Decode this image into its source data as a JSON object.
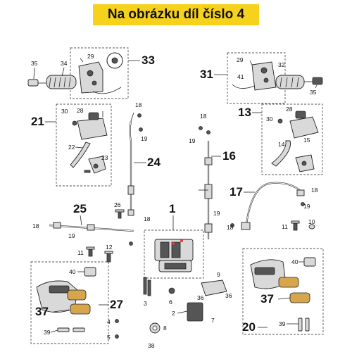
{
  "banner": {
    "text": "Na obrázku díl číslo 4",
    "color": "#f7d21c"
  },
  "callouts_large": {
    "n33": "33",
    "n31": "31",
    "n21": "21",
    "n13": "13",
    "n24": "24",
    "n16": "16",
    "n17": "17",
    "n25": "25",
    "n1": "1",
    "n27": "27",
    "n37a": "37",
    "n37b": "37",
    "n20": "20"
  },
  "callouts_small": {
    "n35a": "35",
    "n34": "34",
    "n29a": "29",
    "n29b": "29",
    "n32": "32",
    "n41": "41",
    "n35b": "35",
    "n30a": "30",
    "n28a": "28",
    "n22": "22",
    "n23": "23",
    "n18a": "18",
    "n19a": "19",
    "n18b": "18",
    "n19b": "19",
    "n30b": "30",
    "n28b": "28",
    "n14": "14",
    "n15": "15",
    "n26": "26",
    "n18c": "18",
    "n18d": "18",
    "n19c": "19",
    "n18e": "18",
    "n19d": "19",
    "n18f": "18",
    "n19e": "19",
    "n11a": "11",
    "n12": "12",
    "n11b": "11",
    "n10": "10",
    "n40a": "40",
    "n3": "3",
    "n6": "6",
    "n36a": "36",
    "n9": "9",
    "n36b": "36",
    "n7": "7",
    "n40b": "40",
    "n2": "2",
    "n4": "4",
    "n39a": "39",
    "n5": "5",
    "n8": "8",
    "n38": "38",
    "n39b": "39"
  },
  "colors": {
    "part": "#d9d9d9",
    "pad": "#d6a64c",
    "box": "#555555"
  }
}
